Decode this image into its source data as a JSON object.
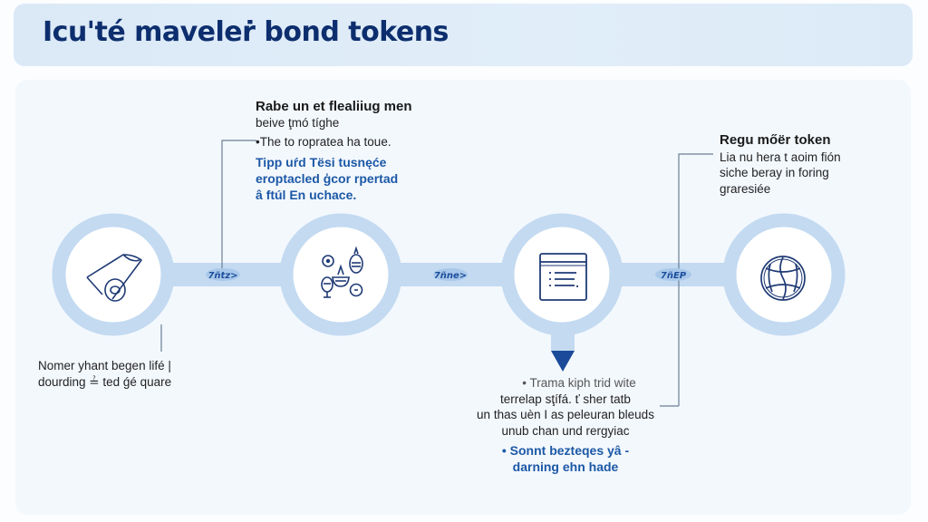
{
  "header": {
    "title": "Icu'té maveleṙ bond tokens"
  },
  "colors": {
    "title": "#0d2e6e",
    "ring": "#c3daf1",
    "icon": "#1f3a75",
    "accent_blue": "#1c58a6",
    "arrow_fill": "#1a4a99",
    "connector": "#6b7f95"
  },
  "steps": [
    {
      "icon": "scroll-token-icon",
      "connector_label": "7ñtz>"
    },
    {
      "icon": "coins-network-icon",
      "connector_label": "7ñne>"
    },
    {
      "icon": "document-list-icon",
      "connector_label": "7ñEP"
    },
    {
      "icon": "globe-icon"
    }
  ],
  "callouts": {
    "top_left": {
      "heading": "Rabe un et flealiiug men",
      "subheading": "beive ţmó tíghe",
      "bullet": "•The to ropratea ha toue.",
      "blue_lines": [
        "Tipp uŕd Tësi tusnęće",
        "eroptacled ģcor rpertad",
        "â ftúl En uchace."
      ]
    },
    "top_right": {
      "heading": "Regu mőër token",
      "lines": [
        "Lia nu hera t aoim fión",
        "siche beray in foring",
        "graresiée"
      ]
    },
    "bottom_left": {
      "lines": [
        "Nomer yhant begen lifé |",
        "dourding ≟ ted ǵé quare"
      ]
    },
    "bottom_center": {
      "bullet": "• Trama kiph trid wite",
      "lines": [
        "terrelap sţífá. ť sher tatb",
        "un thas uèn I as peleuran bleuds",
        "unub chan und rergyiac"
      ],
      "blue_lines": [
        "• Sonnt bezteqes yâ -",
        "darning ehn hade"
      ]
    }
  }
}
